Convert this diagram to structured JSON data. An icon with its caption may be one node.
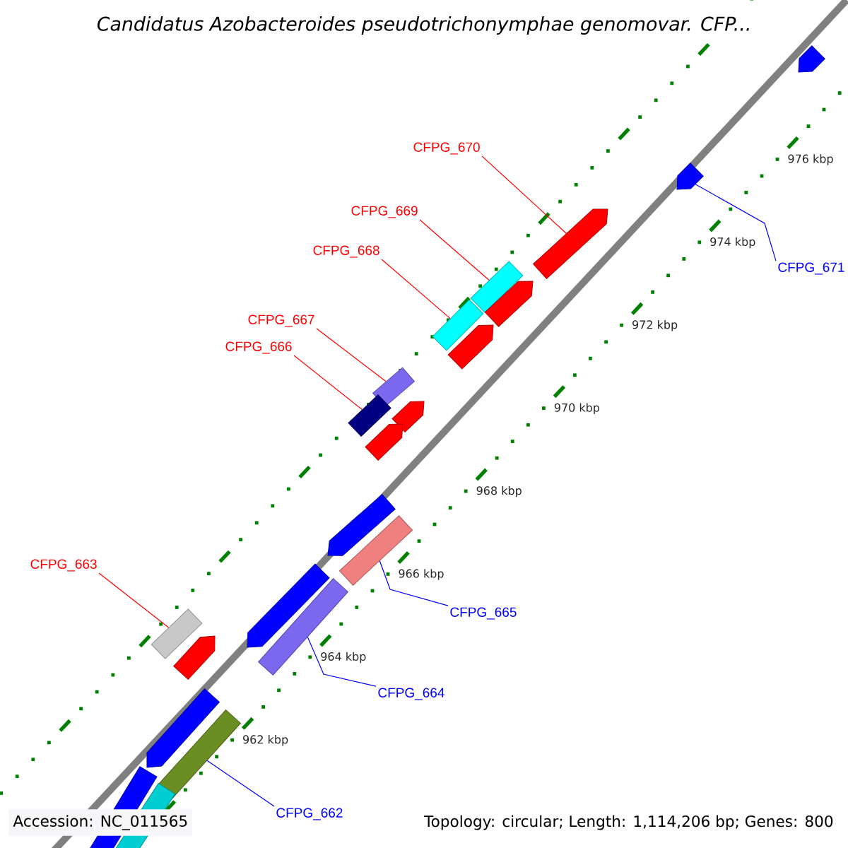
{
  "diagram": {
    "title": "Candidatus Azobacteroides pseudotrichonymphae genomovar. CFP...",
    "nodes": [
      {
        "text": [
          "CFPG_670"
        ]
      },
      {
        "text": [
          "CFPG_669"
        ]
      },
      {
        "text": [
          "CFPG_668"
        ]
      },
      {
        "text": [
          "CFPG_671"
        ]
      },
      {
        "text": [
          "CFPG_667"
        ]
      },
      {
        "text": [
          "CFPG_666"
        ]
      },
      {
        "text": [
          "CFPG_663"
        ]
      },
      {
        "text": [
          "CFPG_665"
        ]
      },
      {
        "text": [
          "CFPG_664"
        ]
      },
      {
        "text": [
          "CFPG_662"
        ]
      },
      {
        "text": [],
        "shape": "pentagon"
      },
      {
        "text": [],
        "shape": "pentagon"
      },
      {
        "text": [],
        "shape": "pentagon"
      },
      {
        "text": [],
        "shape": "bar"
      },
      {
        "text": [],
        "shape": "pentagon"
      },
      {
        "text": [],
        "shape": "bar"
      },
      {
        "text": [],
        "shape": "pentagon"
      },
      {
        "text": [],
        "shape": "bar"
      },
      {
        "text": [],
        "shape": "bar"
      },
      {
        "text": [],
        "shape": "pentagon"
      },
      {
        "text": [],
        "shape": "pentagon"
      },
      {
        "text": [],
        "shape": "pentagon"
      },
      {
        "text": [],
        "shape": "bar"
      },
      {
        "text": [],
        "shape": "pentagon"
      },
      {
        "text": [],
        "shape": "bar"
      },
      {
        "text": [],
        "shape": "bar"
      },
      {
        "text": [],
        "shape": "pentagon"
      },
      {
        "text": [],
        "shape": "pentagon"
      },
      {
        "text": [],
        "shape": "bar"
      },
      {
        "text": [],
        "shape": "bar"
      },
      {
        "text": [],
        "shape": "bar"
      }
    ],
    "edges": [
      {
        "from": 0,
        "to": 12,
        "arrow": "none"
      },
      {
        "from": 1,
        "to": 13,
        "arrow": "none"
      },
      {
        "from": 2,
        "to": 15,
        "arrow": "none"
      },
      {
        "from": 3,
        "to": 11,
        "arrow": "none",
        "color": "#0000ff"
      },
      {
        "from": 4,
        "to": 17,
        "arrow": "none"
      },
      {
        "from": 5,
        "to": 18,
        "arrow": "none"
      },
      {
        "from": 6,
        "to": 25,
        "arrow": "none"
      },
      {
        "from": 7,
        "to": 22,
        "arrow": "none",
        "color": "#0000ff"
      },
      {
        "from": 8,
        "to": 24,
        "arrow": "none",
        "color": "#0000ff"
      },
      {
        "from": 9,
        "to": 28,
        "arrow": "none",
        "color": "#0000ff"
      }
    ],
    "labels": [
      "976 kbp",
      "974 kbp",
      "972 kbp",
      "970 kbp",
      "968 kbp",
      "966 kbp",
      "964 kbp",
      "962 kbp",
      "Accession: NC_011565",
      "Topology: circular; Length: 1,114,206 bp; Genes: 800"
    ]
  }
}
